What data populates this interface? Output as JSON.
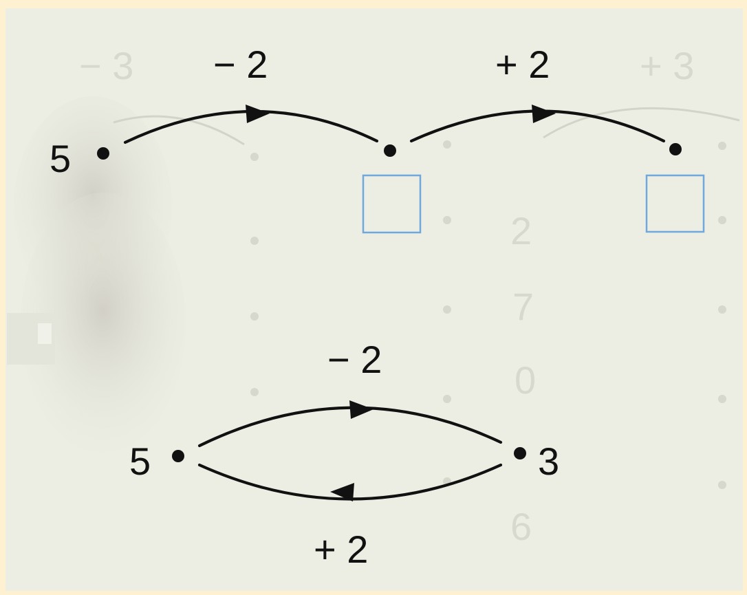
{
  "diagram1": {
    "start_number": "5",
    "op_first": "− 2",
    "op_second": "+ 2"
  },
  "diagram2": {
    "left_number": "5",
    "right_number": "3",
    "op_top": "− 2",
    "op_bottom": "+ 2"
  },
  "colors": {
    "background": "#fdf1d2",
    "paper": "#eceee3",
    "ink": "#111111",
    "answer_box_border": "#6fa8dc"
  }
}
